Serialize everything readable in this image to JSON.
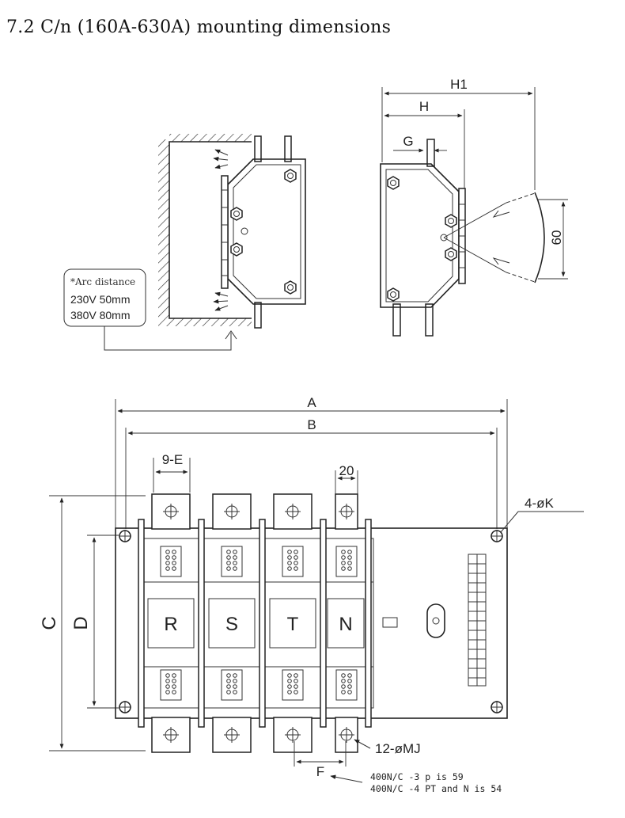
{
  "title": "7.2 C/n (160A-630A) mounting dimensions",
  "side_view": {
    "arc_note": {
      "heading": "*Arc distance",
      "line1": "230V 50mm",
      "line2": "380V 80mm"
    }
  },
  "end_view": {
    "dims": {
      "h1": "H1",
      "h": "H",
      "g": "G",
      "swing": "60"
    }
  },
  "front_view": {
    "dims": {
      "a": "A",
      "b": "B",
      "c": "C",
      "d": "D",
      "e": "9-E",
      "terminal_width": "20",
      "k": "4-øK",
      "mj": "12-øMJ",
      "f": "F"
    },
    "poles": [
      "R",
      "S",
      "T",
      "N"
    ],
    "note_line1": "400N/C -3 p is 59",
    "note_line2": "400N/C -4 PT and N is 54"
  }
}
